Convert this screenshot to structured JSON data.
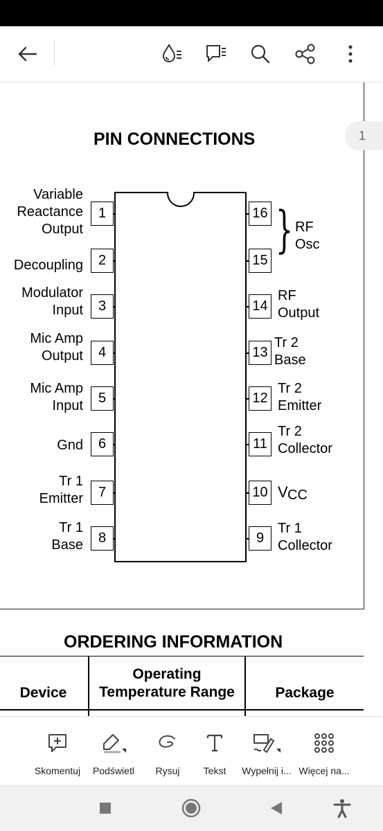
{
  "toolbar": {
    "back": "back-arrow-icon",
    "icons": [
      "ink-drop-list-icon",
      "comment-list-icon",
      "search-icon",
      "share-icon",
      "more-vertical-icon"
    ]
  },
  "page_indicator": "1",
  "document": {
    "pin_title": "PIN CONNECTIONS",
    "left_pins": [
      {
        "num": "1",
        "label": "Variable\nReactance\nOutput"
      },
      {
        "num": "2",
        "label": "Decoupling"
      },
      {
        "num": "3",
        "label": "Modulator\nInput"
      },
      {
        "num": "4",
        "label": "Mic Amp\nOutput"
      },
      {
        "num": "5",
        "label": "Mic Amp\nInput"
      },
      {
        "num": "6",
        "label": "Gnd"
      },
      {
        "num": "7",
        "label": "Tr 1\nEmitter"
      },
      {
        "num": "8",
        "label": "Tr 1\nBase"
      }
    ],
    "right_pins": [
      {
        "num": "16",
        "label": ""
      },
      {
        "num": "15",
        "label": ""
      },
      {
        "num": "14",
        "label": "RF\nOutput"
      },
      {
        "num": "13",
        "label": "Tr 2\nBase"
      },
      {
        "num": "12",
        "label": "Tr 2\nEmitter"
      },
      {
        "num": "11",
        "label": "Tr 2\nCollector"
      },
      {
        "num": "10",
        "label": "V"
      },
      {
        "num": "9",
        "label": "Tr 1\nCollector"
      }
    ],
    "rf_osc_label": "RF\nOsc",
    "vcc_subscript": "CC",
    "ordering_title": "ORDERING INFORMATION",
    "table_headers": [
      "Device",
      "Operating\nTemperature Range",
      "Package"
    ]
  },
  "bottom_tools": [
    {
      "label": "Skomentuj",
      "icon": "add-comment-icon"
    },
    {
      "label": "Podświetl",
      "icon": "highlighter-icon"
    },
    {
      "label": "Rysuj",
      "icon": "draw-icon"
    },
    {
      "label": "Tekst",
      "icon": "text-icon"
    },
    {
      "label": "Wypełnij i...",
      "icon": "fill-sign-icon"
    },
    {
      "label": "Więcej na...",
      "icon": "grid-more-icon"
    }
  ],
  "navbar": [
    "recents-square-icon",
    "home-circle-icon",
    "back-triangle-icon",
    "accessibility-icon"
  ]
}
